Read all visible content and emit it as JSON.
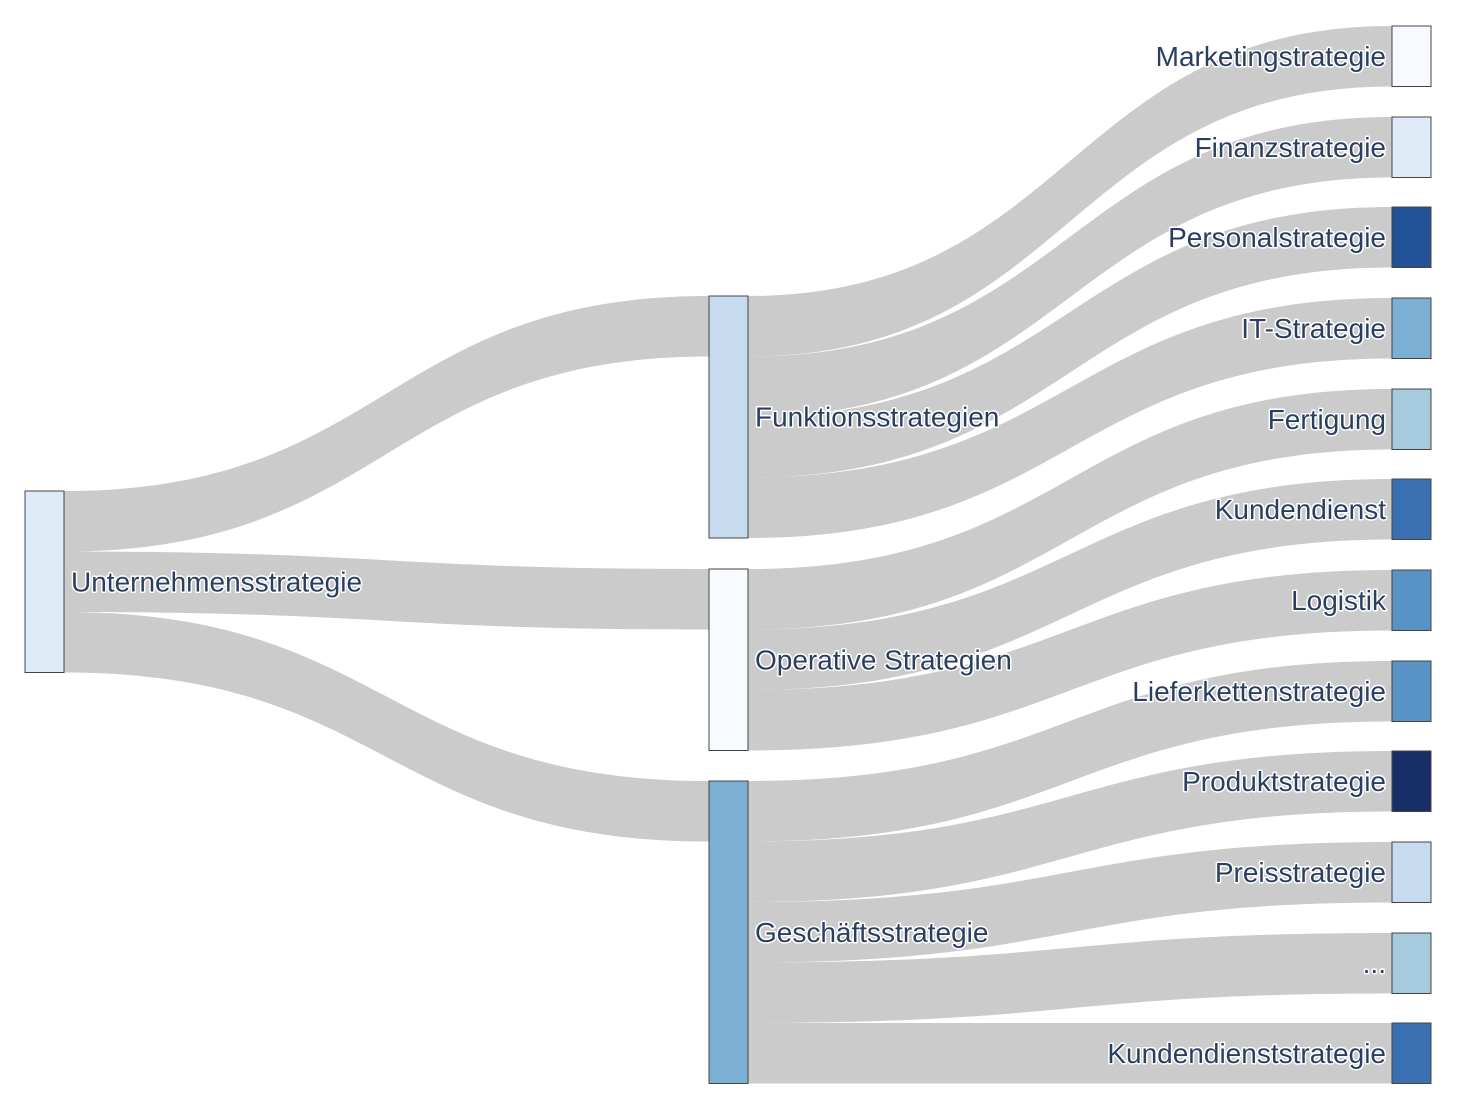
{
  "chart_data": {
    "type": "sankey",
    "nodes": [
      {
        "id": "unternehmensstrategie",
        "label": "Unternehmensstrategie",
        "color": "#deebf7"
      },
      {
        "id": "funktionsstrategien",
        "label": "Funktionsstrategien",
        "color": "#c6dbef"
      },
      {
        "id": "operative-strategien",
        "label": "Operative Strategien",
        "color": "#f7fbff"
      },
      {
        "id": "geschaeftsstrategie",
        "label": "Geschäftsstrategie",
        "color": "#7bafd4"
      },
      {
        "id": "marketingstrategie",
        "label": "Marketingstrategie",
        "color": "#f7fbff"
      },
      {
        "id": "finanzstrategie",
        "label": "Finanzstrategie",
        "color": "#deebf7"
      },
      {
        "id": "personalstrategie",
        "label": "Personalstrategie",
        "color": "#215196"
      },
      {
        "id": "it-strategie",
        "label": "IT-Strategie",
        "color": "#7bafd4"
      },
      {
        "id": "fertigung",
        "label": "Fertigung",
        "color": "#a6cade"
      },
      {
        "id": "kundendienst",
        "label": "Kundendienst",
        "color": "#3a70b2"
      },
      {
        "id": "logistik",
        "label": "Logistik",
        "color": "#5993c6"
      },
      {
        "id": "lieferkettenstrategie",
        "label": "Lieferkettenstrategie",
        "color": "#5993c6"
      },
      {
        "id": "produktstrategie",
        "label": "Produktstrategie",
        "color": "#172f66"
      },
      {
        "id": "preisstrategie",
        "label": "Preisstrategie",
        "color": "#c6dbef"
      },
      {
        "id": "ellipsis",
        "label": "...",
        "color": "#a6cade"
      },
      {
        "id": "kundendienststrategie",
        "label": "Kundendienststrategie",
        "color": "#3a70b2"
      }
    ],
    "links": [
      {
        "source": "unternehmensstrategie",
        "target": "funktionsstrategien",
        "value": 1
      },
      {
        "source": "unternehmensstrategie",
        "target": "operative-strategien",
        "value": 1
      },
      {
        "source": "unternehmensstrategie",
        "target": "geschaeftsstrategie",
        "value": 1
      },
      {
        "source": "funktionsstrategien",
        "target": "marketingstrategie",
        "value": 1
      },
      {
        "source": "funktionsstrategien",
        "target": "finanzstrategie",
        "value": 1
      },
      {
        "source": "funktionsstrategien",
        "target": "personalstrategie",
        "value": 1
      },
      {
        "source": "funktionsstrategien",
        "target": "it-strategie",
        "value": 1
      },
      {
        "source": "operative-strategien",
        "target": "fertigung",
        "value": 1
      },
      {
        "source": "operative-strategien",
        "target": "kundendienst",
        "value": 1
      },
      {
        "source": "operative-strategien",
        "target": "logistik",
        "value": 1
      },
      {
        "source": "geschaeftsstrategie",
        "target": "lieferkettenstrategie",
        "value": 1
      },
      {
        "source": "geschaeftsstrategie",
        "target": "produktstrategie",
        "value": 1
      },
      {
        "source": "geschaeftsstrategie",
        "target": "preisstrategie",
        "value": 1
      },
      {
        "source": "geschaeftsstrategie",
        "target": "ellipsis",
        "value": 1
      },
      {
        "source": "geschaeftsstrategie",
        "target": "kundendienststrategie",
        "value": 1
      }
    ]
  }
}
